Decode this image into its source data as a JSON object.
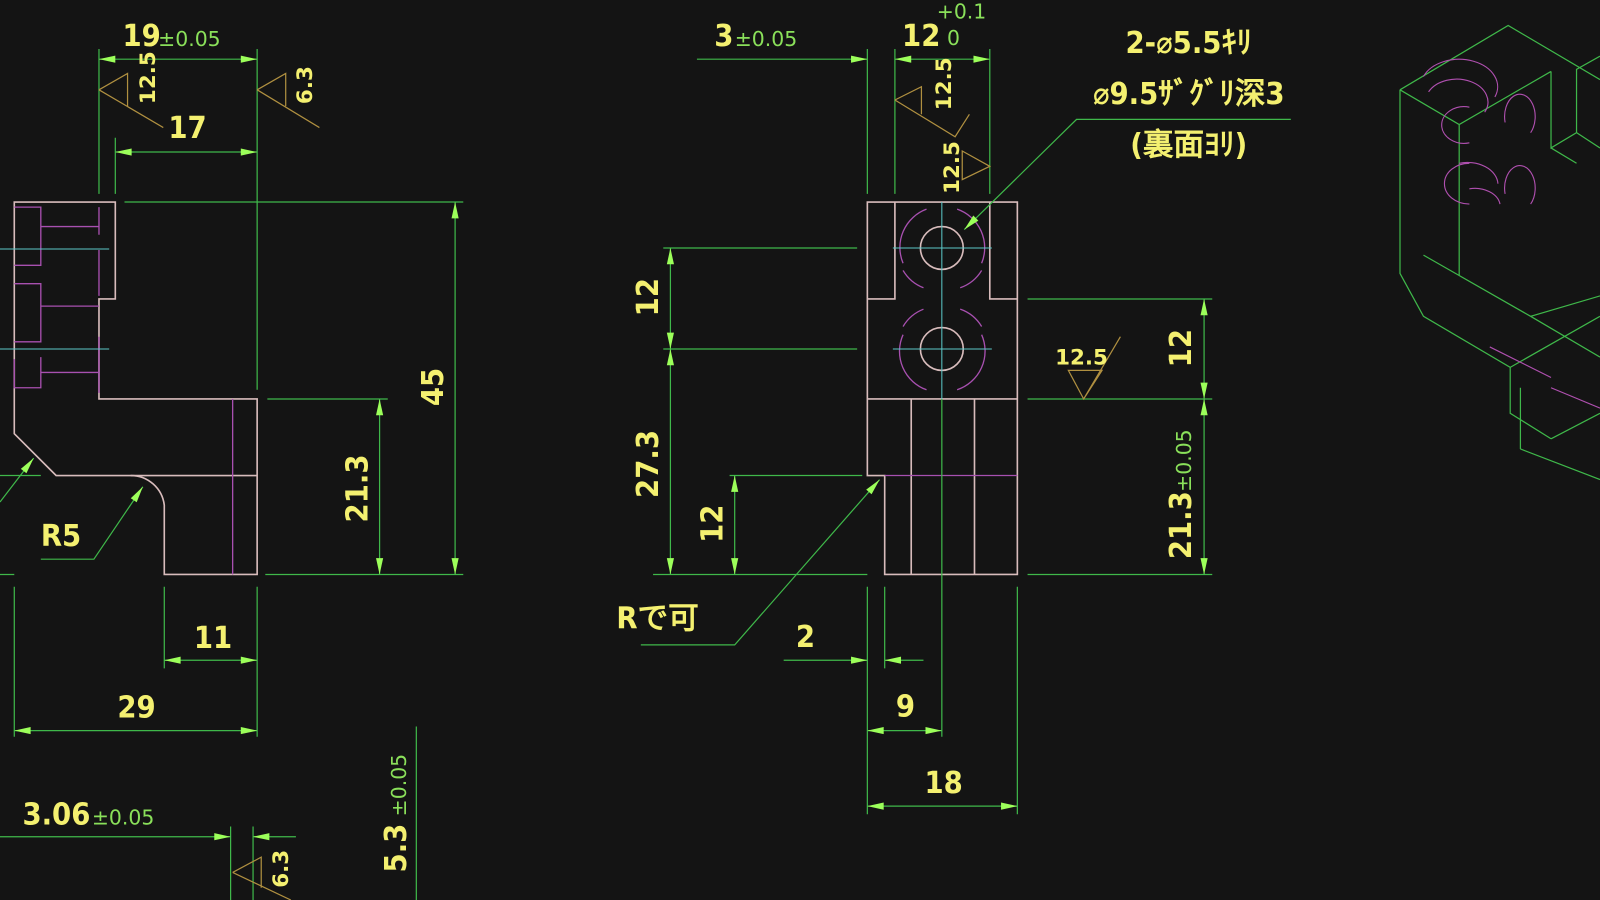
{
  "colors": {
    "background": "#141414",
    "outline": "#d8bcbc",
    "hidden": "#a850b0",
    "dimension": "#3fb84a",
    "arrow": "#9cff5a",
    "text": "#f4f070",
    "tolerance": "#8ae05a",
    "center": "#5cc8c8"
  },
  "side_view": {
    "dim_width": "19",
    "dim_width_tol": "±0.05",
    "finish_left": "12.5",
    "finish_right": "6.3",
    "dim_17": "17",
    "dim_45": "45",
    "dim_21_3": "21.3",
    "radius": "R5",
    "dim_11": "11",
    "dim_29": "29",
    "dim_3_06": "3.06",
    "dim_3_06_tol": "±0.05",
    "finish_bottom": "6.3",
    "dim_5_3": "5.3",
    "dim_5_3_tol": "±0.05"
  },
  "front_view": {
    "dim_3": "3",
    "dim_3_tol": "±0.05",
    "dim_12_top": "12",
    "dim_12_tol_upper": "+0.1",
    "dim_12_tol_lower": "0",
    "finish_top_a": "12.5",
    "finish_top_b": "12.5",
    "finish_right": "12.5",
    "hole_note": [
      "2-⌀5.5ｷﾘ",
      "⌀9.5ｻﾞｸﾞﾘ深3",
      "(裏面ﾖﾘ)"
    ],
    "dim_left_12": "12",
    "dim_27_3": "27.3",
    "dim_inner_12": "12",
    "dim_right_12": "12",
    "dim_21_3": "21.3",
    "dim_21_3_tol": "±0.05",
    "fillet_note": "Rで可",
    "dim_2": "2",
    "dim_9": "9",
    "dim_18": "18"
  }
}
